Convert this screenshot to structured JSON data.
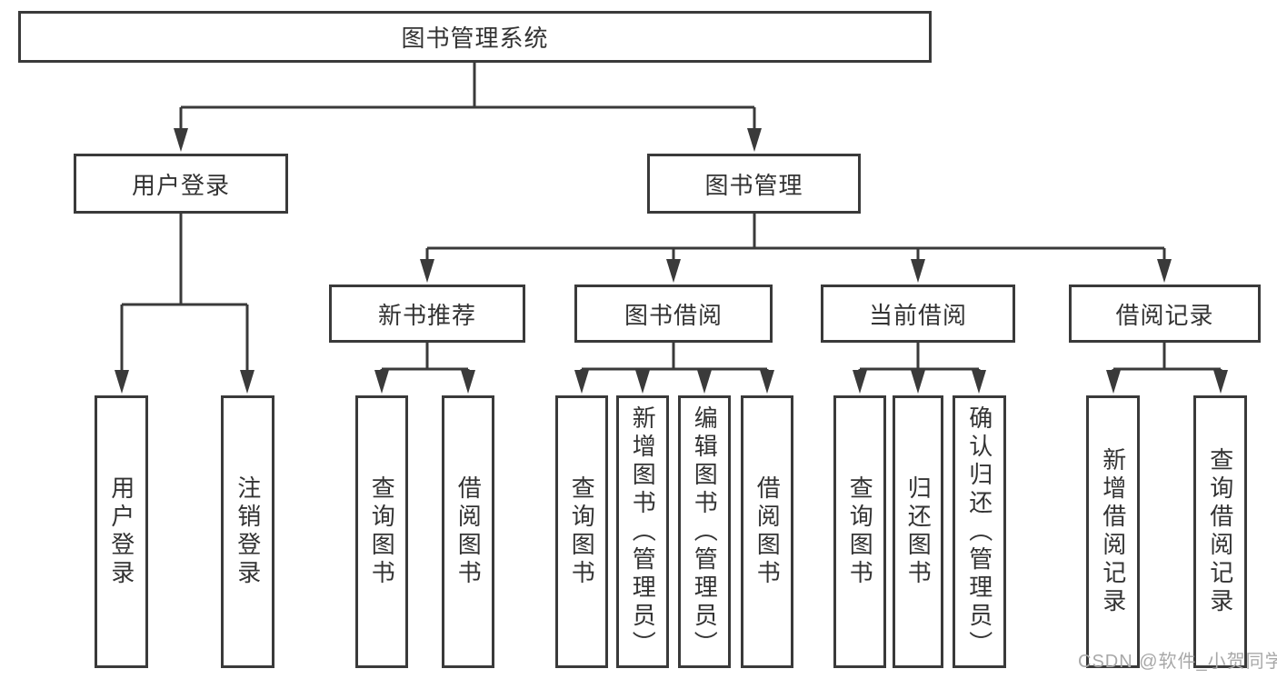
{
  "tree": {
    "root": {
      "label": "图书管理系统"
    },
    "level2": [
      {
        "label": "用户登录",
        "leaves": [
          "用户登录",
          "注销登录"
        ]
      },
      {
        "label": "图书管理",
        "children": [
          {
            "label": "新书推荐",
            "leaves": [
              "查询图书",
              "借阅图书"
            ]
          },
          {
            "label": "图书借阅",
            "leaves": [
              "查询图书",
              "新增图书（管理员）",
              "编辑图书（管理员）",
              "借阅图书"
            ]
          },
          {
            "label": "当前借阅",
            "leaves": [
              "查询图书",
              "归还图书",
              "确认归还（管理员）"
            ]
          },
          {
            "label": "借阅记录",
            "leaves": [
              "新增借阅记录",
              "查询借阅记录"
            ]
          }
        ]
      }
    ]
  },
  "watermark": {
    "text": "CSDN @软件_小贺同学"
  },
  "colors": {
    "line": "#3a3a3a",
    "text": "#333333",
    "box_fill": "#ffffff",
    "background": "#ffffff",
    "watermark": "#a8a8a8"
  }
}
